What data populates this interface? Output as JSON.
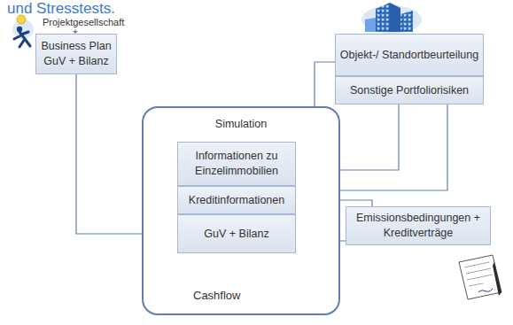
{
  "diagram": {
    "title": "und Stresstests.",
    "nodes": [
      {
        "text": [
          "Business Plan GuV + Bilanz"
        ]
      },
      {
        "text": [
          "Objekt-/ Standortbeurteilung"
        ]
      },
      {
        "text": [
          "Sonstige Portfoliorisiken"
        ]
      },
      {
        "text": [
          "Simulation"
        ]
      },
      {
        "text": [
          "Informationen zu Einzelimmobilien"
        ],
        "in": 3
      },
      {
        "text": [
          "Kreditinformationen"
        ],
        "in": 3
      },
      {
        "text": [
          "GuV + Bilanz"
        ],
        "in": 3
      },
      {
        "text": [
          "Emissionsbedingungen + Kreditverträge"
        ]
      }
    ],
    "edges": [
      {
        "from": 0,
        "to": 6,
        "arrow": "to"
      },
      {
        "from": 1,
        "to": 4,
        "arrow": "to"
      },
      {
        "from": 2,
        "to": 4,
        "arrow": "to"
      },
      {
        "from": 2,
        "to": 6,
        "arrow": "to"
      },
      {
        "from": 7,
        "to": 5,
        "arrow": "to"
      },
      {
        "from": 7,
        "to": 6,
        "arrow": "to"
      },
      {
        "from": 4,
        "to": 6,
        "arrow": "to"
      }
    ],
    "labels": [
      "Projektgesellschaft",
      "Cashflow"
    ]
  }
}
